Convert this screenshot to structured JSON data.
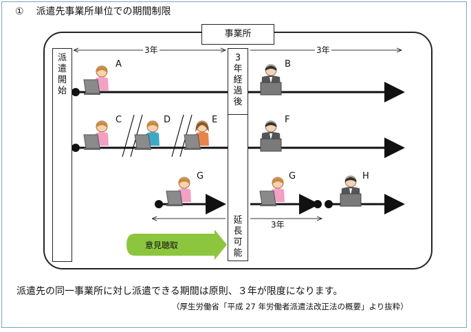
{
  "heading": {
    "number": "①",
    "text": "派遣先事業所単位での期間制限"
  },
  "office_label": "事業所",
  "start_box_label": "派遣開始",
  "after_box_label": "3年経過後",
  "extend_box_label": "延長可能",
  "span_labels": {
    "top_left": "3年",
    "top_right": "3年",
    "bottom_right": "3年"
  },
  "workers": {
    "a": "A",
    "b": "B",
    "c": "C",
    "d": "D",
    "e": "E",
    "f": "F",
    "g1": "G",
    "g2": "G",
    "h": "H"
  },
  "opinion_label": "意見聴取",
  "footer_text": "派遣先の同一事業所に対し派遣できる期間は原則、３年が限度になります。",
  "source_text": "（厚生労働省「平成 27 年労働者派遣法改正法の概要」より抜粋）",
  "colors": {
    "pink_shirt": "#f2a0c4",
    "teal_shirt": "#3fa8c8",
    "orange_shirt": "#e8844a",
    "suit": "#555555",
    "opinion_arrow": "#8cc63f",
    "laptop": "#8a8a8a"
  }
}
